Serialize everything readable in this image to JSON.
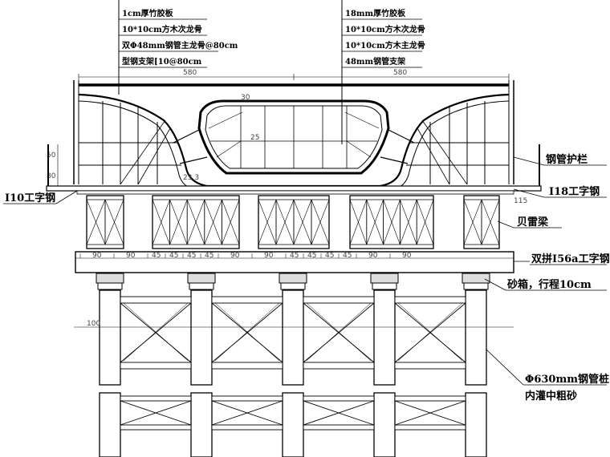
{
  "top_notes_left": [
    "1cm厚竹胶板",
    "10*10cm方木次龙骨",
    "双Φ48mm钢管主龙骨@80cm",
    "型钢支架[10@80cm"
  ],
  "top_notes_right": [
    "18mm厚竹胶板",
    "10*10cm方木次龙骨",
    "10*10cm方木主龙骨",
    "48mm钢管支架"
  ],
  "labels": {
    "i10": "I10工字钢",
    "guardrail": "钢管护栏",
    "i18": "I18工字钢",
    "bailey": "贝雷梁",
    "i56a": "双拼I56a工字钢",
    "sandbox": "砂箱，行程10cm",
    "pile_line1": "Φ630mm钢管桩",
    "pile_line2": "内灌中粗砂"
  },
  "dimensions": {
    "top_left": "580",
    "top_right": "580",
    "left_vert_top": "50",
    "left_vert_bottom": "80",
    "right_115": "115",
    "inner_30": "30",
    "inner_25": "25",
    "inner_23_3": "23.3",
    "pile_span": "100",
    "i56a_spacing": [
      "90",
      "90",
      "45",
      "45",
      "45",
      "45",
      "90",
      "90",
      "45",
      "45",
      "45",
      "45",
      "90",
      "90"
    ]
  }
}
